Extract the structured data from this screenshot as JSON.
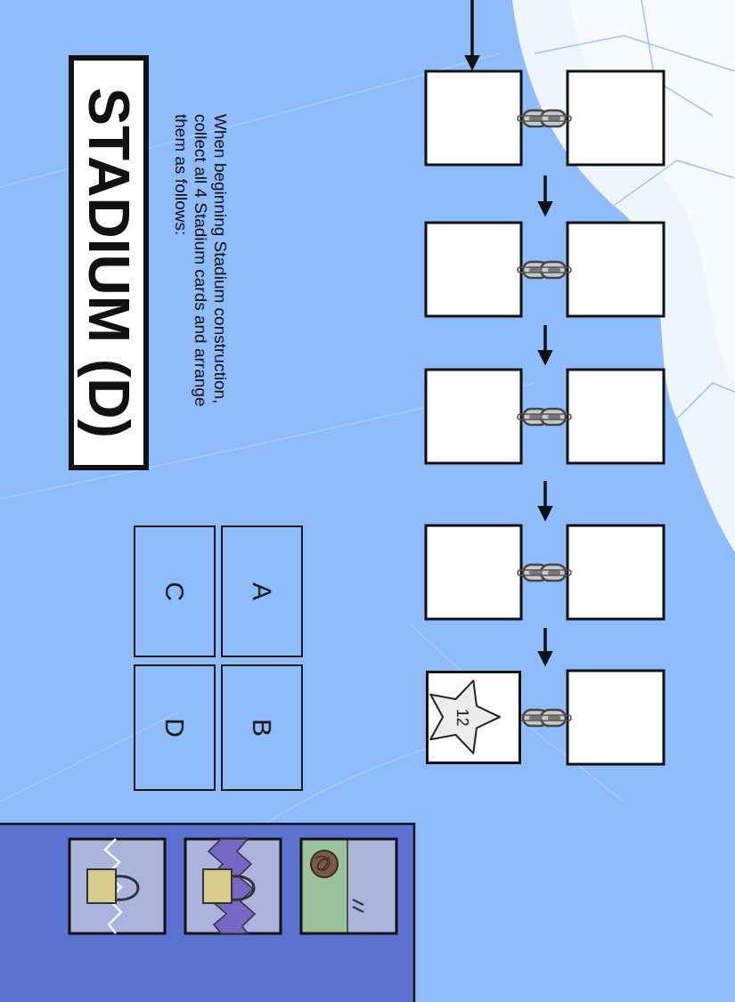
{
  "diagram": {
    "title": "STADIUM (D)",
    "nodes": [
      {
        "text": [
          "A"
        ]
      },
      {
        "text": [
          "B"
        ]
      },
      {
        "text": [
          "C"
        ]
      },
      {
        "text": [
          "D"
        ]
      },
      {
        "text": [
          "12"
        ]
      }
    ],
    "labels": [
      "When beginning Stadium construction, collect all 4 Stadium cards and arrange them as follows:"
    ]
  }
}
